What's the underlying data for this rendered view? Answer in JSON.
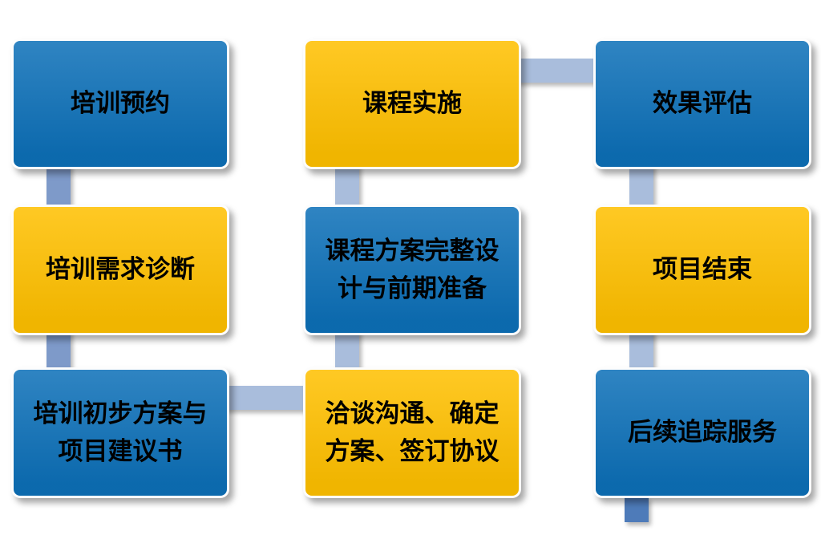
{
  "diagram": {
    "type": "serpentine-process-flow",
    "steps": [
      {
        "label": "培训预约",
        "fill": "blue"
      },
      {
        "label": "培训需求诊断",
        "fill": "yellow"
      },
      {
        "label": "培训初步方案与项目建议书",
        "fill": "blue"
      },
      {
        "label": "洽谈沟通、确定方案、签订协议",
        "fill": "yellow"
      },
      {
        "label": "课程方案完整设计与前期准备",
        "fill": "blue"
      },
      {
        "label": "课程实施",
        "fill": "yellow"
      },
      {
        "label": "效果评估",
        "fill": "blue"
      },
      {
        "label": "项目结束",
        "fill": "yellow"
      },
      {
        "label": "后续追踪服务",
        "fill": "blue"
      }
    ],
    "colors": {
      "fill_blue": "#0D70B8",
      "fill_yellow": "#FFC000",
      "connector_light": "#A9BDDC",
      "connector_dark": "#7E9AC9",
      "connector_stub": "#4E7BB9",
      "text": "#000000",
      "background": "#FFFFFF"
    }
  }
}
